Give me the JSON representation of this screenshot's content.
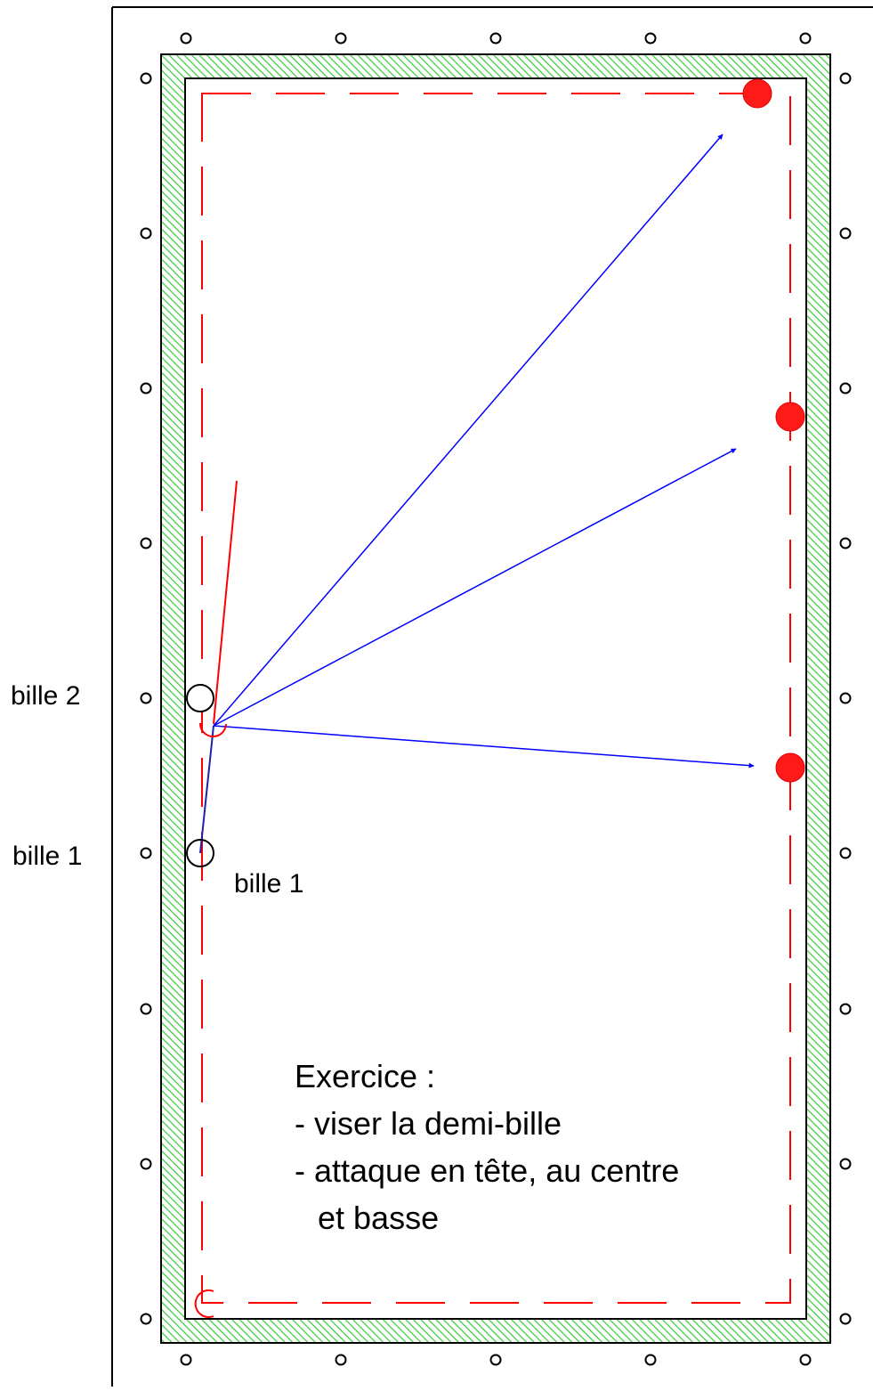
{
  "labels": {
    "outside_bille_2": "bille 2",
    "outside_bille_1": "bille 1",
    "table_bille_1": "bille 1"
  },
  "exercise": {
    "line1": "Exercice :",
    "line2": "- viser la demi-bille",
    "line3": "- attaque en tête, au centre",
    "line4": "et basse"
  },
  "colors": {
    "cushion_hatch": "#33cc33",
    "guide_line": "#ff0000",
    "trajectory": "#0000ff",
    "target_ball": "#ff0000",
    "outline": "#000000"
  },
  "icons": {
    "diamond": "small-circle-icon",
    "ball": "circle-icon",
    "arrow": "arrowhead-icon"
  }
}
